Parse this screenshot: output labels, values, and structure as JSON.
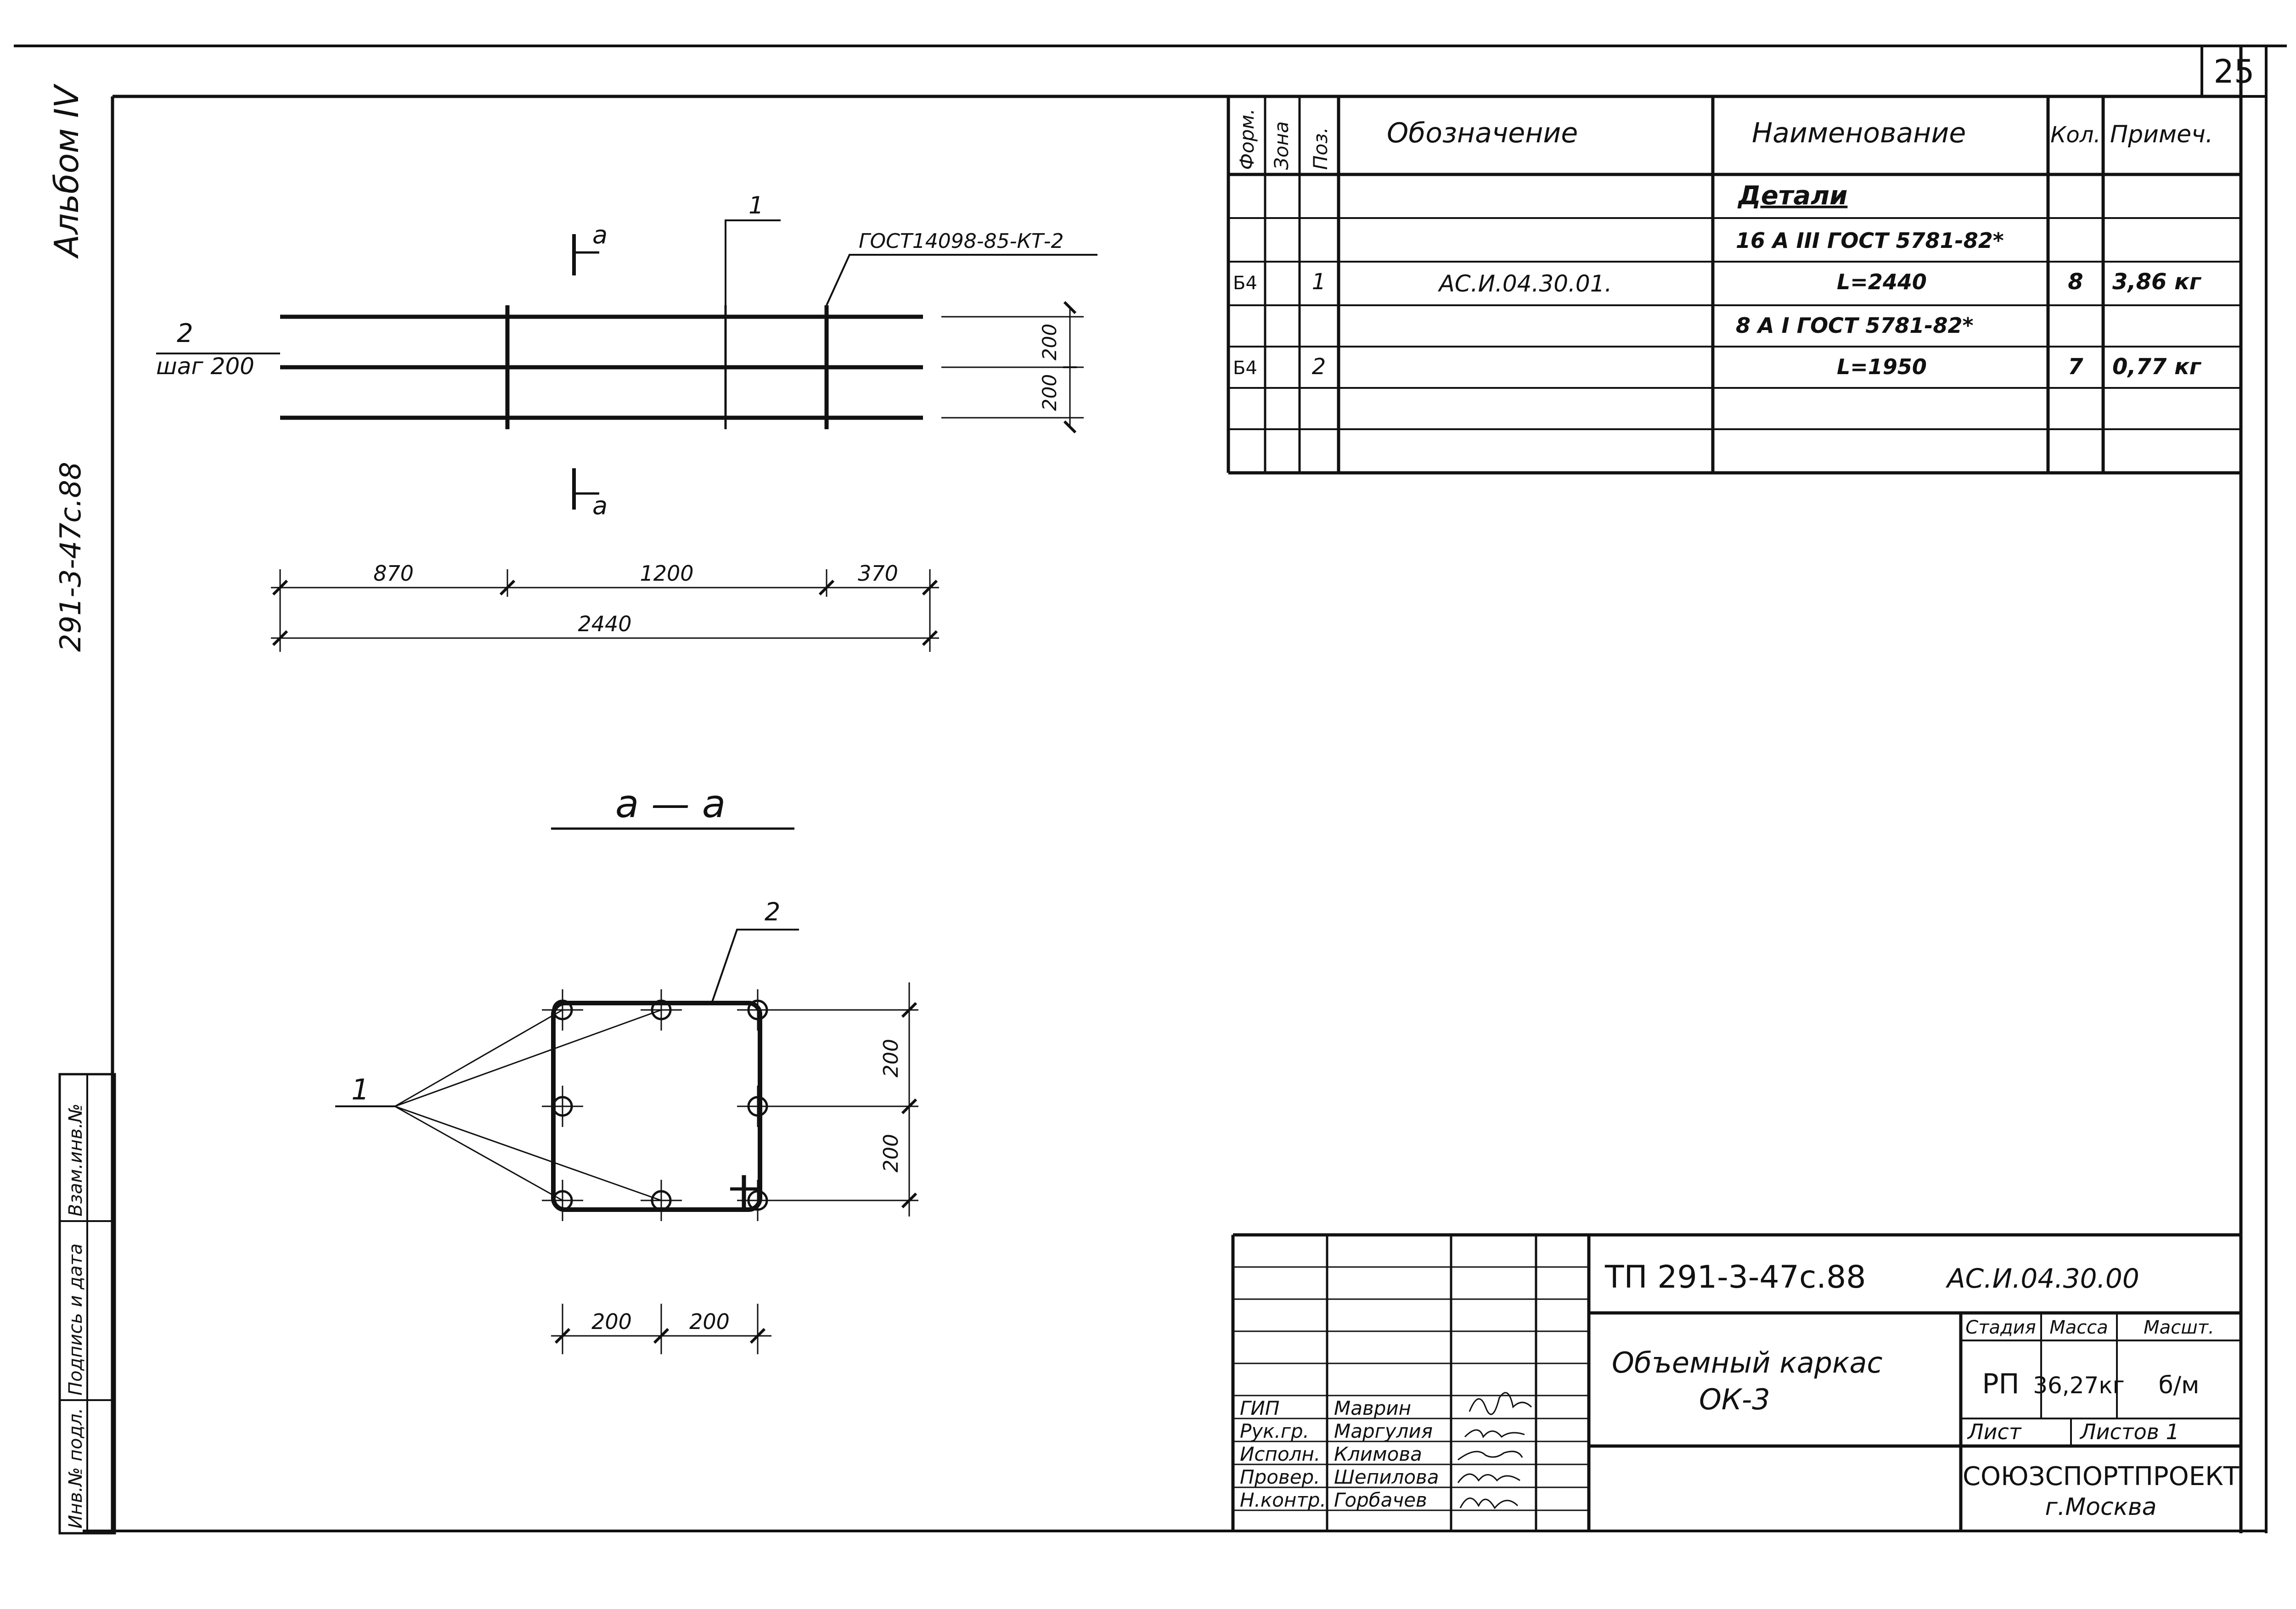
{
  "sheet": {
    "page_number": "25",
    "album": "Альбом IV",
    "margin_code": "291-3-47с.88",
    "margin_cells": [
      "Инв.№ подл.",
      "Подпись и дата",
      "Взам.инв.№"
    ]
  },
  "plan_view": {
    "bar_label": "2",
    "step_label": "шаг 200",
    "gost_label": "ГОСТ14098-85-КТ-2",
    "pos1_label": "1",
    "section_mark": "а",
    "dim_right": [
      "200",
      "200"
    ],
    "dims_bottom": [
      "870",
      "1200",
      "370"
    ],
    "dim_total": "2440"
  },
  "section_view": {
    "title": "а — а",
    "pos2_label": "2",
    "pos1_label": "1",
    "dim_right": [
      "200",
      "200"
    ],
    "dims_bottom": [
      "200",
      "200"
    ]
  },
  "spec_table": {
    "headers": [
      "Форм.",
      "Зона",
      "Поз.",
      "Обозначение",
      "Наименование",
      "Кол.",
      "Примеч."
    ],
    "rows": [
      {
        "format": "",
        "zone": "",
        "pos": "",
        "designation": "",
        "name": "Детали",
        "qty": "",
        "note": ""
      },
      {
        "format": "",
        "zone": "",
        "pos": "",
        "designation": "",
        "name": "16 А III ГОСТ 5781-82*",
        "qty": "",
        "note": ""
      },
      {
        "format": "Б4",
        "zone": "",
        "pos": "1",
        "designation": "АС.И.04.30.01.",
        "name": "L=2440",
        "qty": "8",
        "note": "3,86 кг"
      },
      {
        "format": "",
        "zone": "",
        "pos": "",
        "designation": "",
        "name": "8 А I ГОСТ 5781-82*",
        "qty": "",
        "note": ""
      },
      {
        "format": "Б4",
        "zone": "",
        "pos": "2",
        "designation": "",
        "name": "L=1950",
        "qty": "7",
        "note": "0,77 кг"
      }
    ]
  },
  "title_block": {
    "project": "ТП 291-3-47с.88",
    "code": "АС.И.04.30.00",
    "title_line1": "Объемный каркас",
    "title_line2": "ОК-3",
    "stage_header": "Стадия",
    "mass_header": "Масса",
    "scale_header": "Масшт.",
    "stage": "РП",
    "mass": "36,27кг",
    "scale": "б/м",
    "sheet_label": "Лист",
    "sheets_label": "Листов 1",
    "org": "СОЮЗСПОРТПРОЕКТ",
    "city": "г.Москва",
    "staff": [
      {
        "role": "ГИП",
        "name": "Маврин"
      },
      {
        "role": "Рук.гр.",
        "name": "Маргулия"
      },
      {
        "role": "Исполн.",
        "name": "Климова"
      },
      {
        "role": "Провер.",
        "name": "Шепилова"
      },
      {
        "role": "Н.контр.",
        "name": "Горбачев"
      }
    ]
  }
}
